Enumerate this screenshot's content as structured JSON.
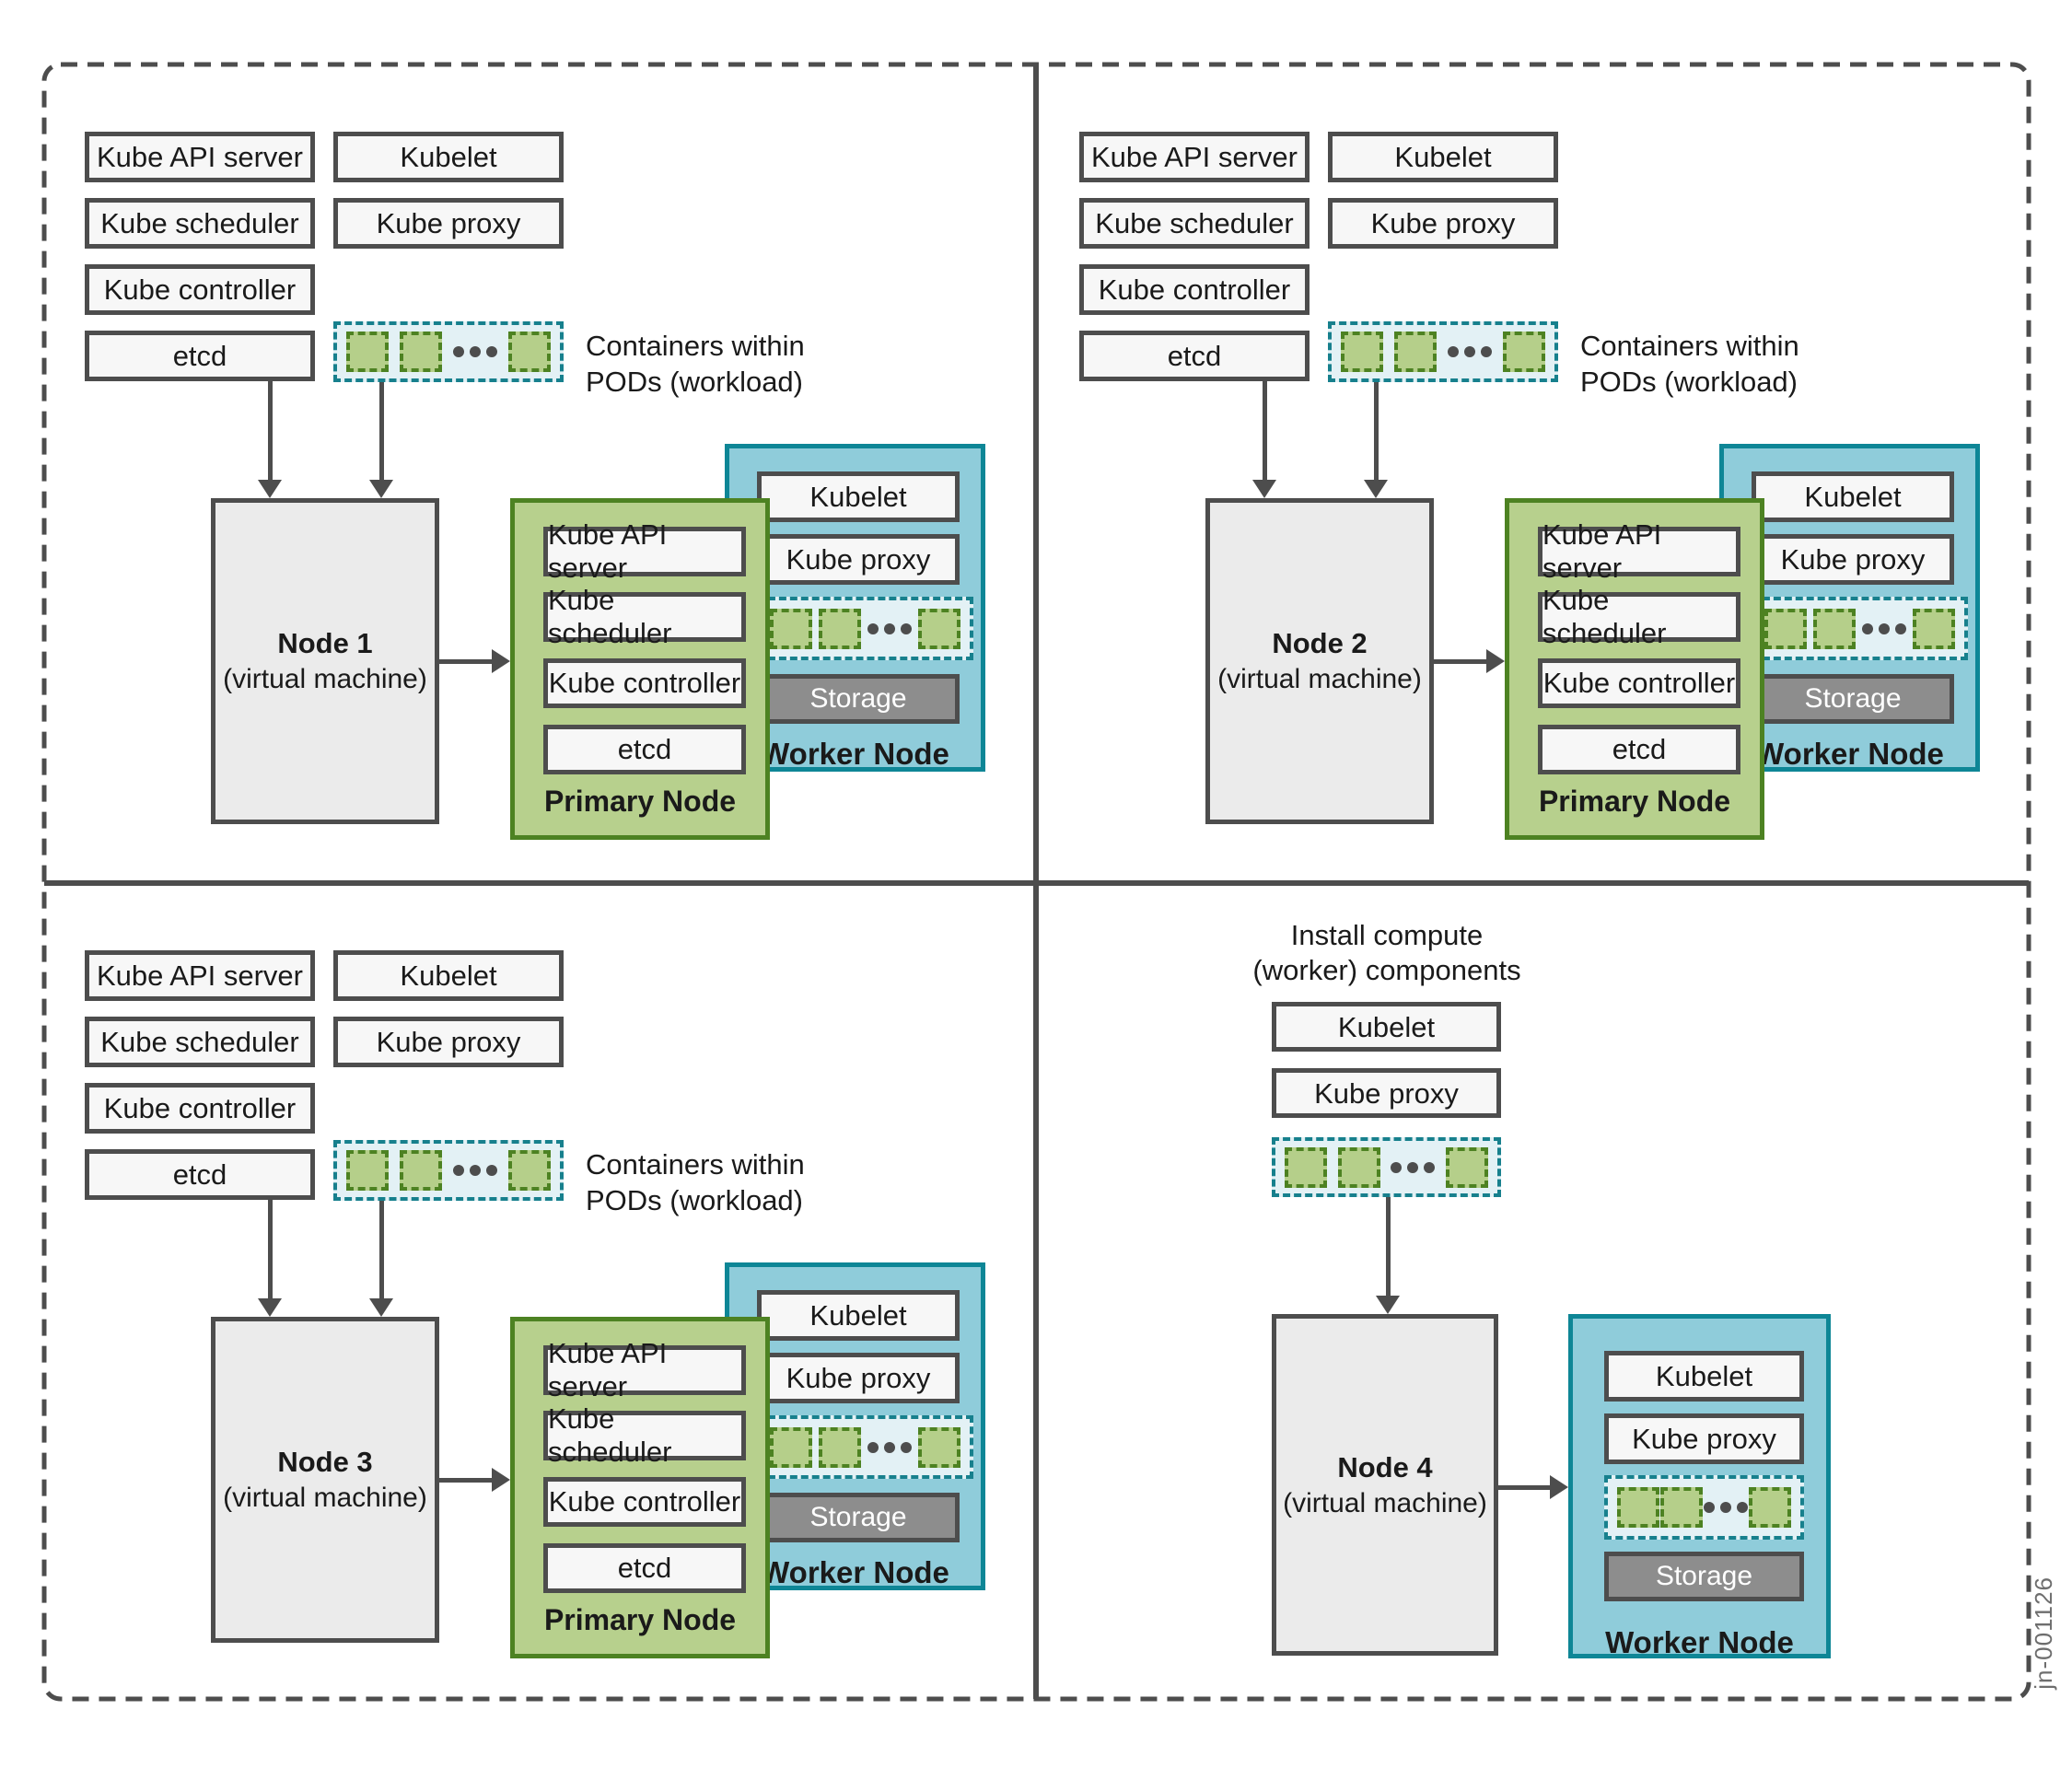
{
  "diagram": {
    "footer_code": "jn-001126",
    "caption": {
      "line1": "Containers within",
      "line2": "PODs (workload)"
    },
    "labels": {
      "primary_node": "Primary Node",
      "worker_node": "Worker Node",
      "storage": "Storage",
      "vm": "(virtual machine)",
      "install_line1": "Install compute",
      "install_line2": "(worker) components"
    },
    "control_components": [
      "Kube API server",
      "Kube scheduler",
      "Kube controller",
      "etcd"
    ],
    "worker_components": [
      "Kubelet",
      "Kube proxy"
    ],
    "quadrants": [
      {
        "node_title": "Node 1"
      },
      {
        "node_title": "Node 2"
      },
      {
        "node_title": "Node 3"
      },
      {
        "node_title": "Node 4"
      }
    ],
    "colors": {
      "line_dark": "#4d4d4d",
      "text": "#1a1a1a",
      "component_fill": "#f7f7f7",
      "node_fill": "#ebebeb",
      "primary_fill": "#b7d08d",
      "primary_border": "#4d8222",
      "worker_fill": "#8fccda",
      "worker_border": "#0e8696",
      "pods_strip_fill": "#e3f1f5",
      "pods_strip_border": "#17808d",
      "pod_fill": "#b5cf8a",
      "storage_fill": "#8d8d8d"
    }
  }
}
